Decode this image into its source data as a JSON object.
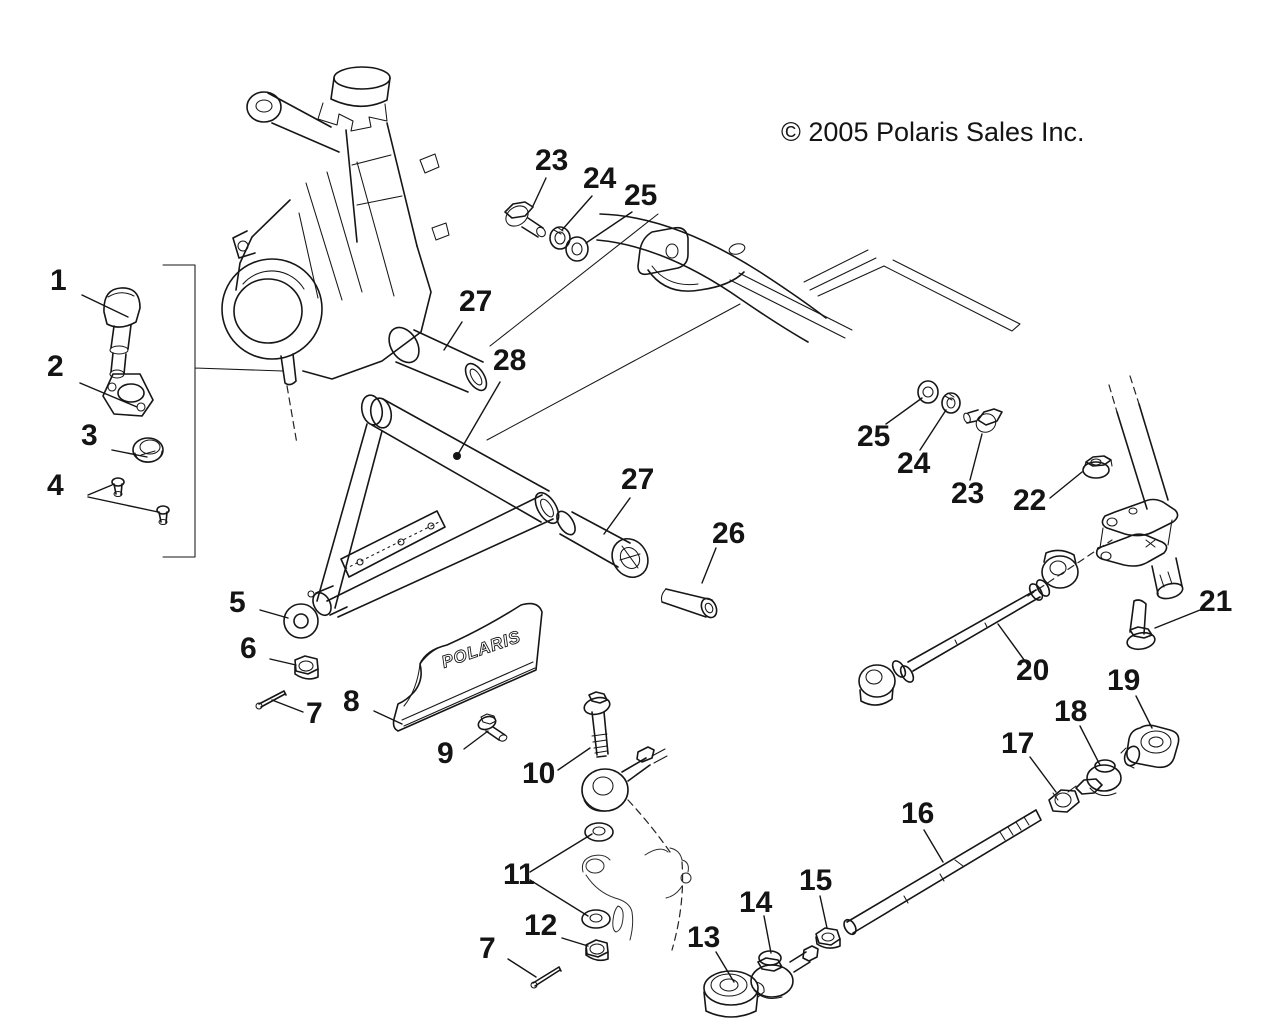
{
  "copyright": "© 2005 Polaris Sales Inc.",
  "guard_logo": "POLARIS",
  "colors": {
    "ink": "#161616",
    "background": "#ffffff"
  },
  "labels": [
    {
      "ref": "ball-joint",
      "text": "1"
    },
    {
      "ref": "ball-joint-plate",
      "text": "2"
    },
    {
      "ref": "ball-joint-cup",
      "text": "3"
    },
    {
      "ref": "rivets",
      "text": "4"
    },
    {
      "ref": "a-arm-ball-joint-end",
      "text": "5"
    },
    {
      "ref": "castle-nut",
      "text": "6"
    },
    {
      "ref": "cotter-pin-upper",
      "text": "7"
    },
    {
      "ref": "guard",
      "text": "8"
    },
    {
      "ref": "guard-bolt",
      "text": "9"
    },
    {
      "ref": "pivot-bolt",
      "text": "10"
    },
    {
      "ref": "washers",
      "text": "11"
    },
    {
      "ref": "lock-nut",
      "text": "12"
    },
    {
      "ref": "cotter-pin-lower",
      "text": "7"
    },
    {
      "ref": "bushing-lower",
      "text": "13"
    },
    {
      "ref": "rod-end-lower",
      "text": "14"
    },
    {
      "ref": "jam-nut-lower",
      "text": "15"
    },
    {
      "ref": "tie-rod-shaft",
      "text": "16"
    },
    {
      "ref": "jam-nut-right",
      "text": "17"
    },
    {
      "ref": "rod-end-right",
      "text": "18"
    },
    {
      "ref": "bushing-right",
      "text": "19"
    },
    {
      "ref": "tie-rod-assembly",
      "text": "20"
    },
    {
      "ref": "pitman-bolt",
      "text": "21"
    },
    {
      "ref": "flange-nut",
      "text": "22"
    },
    {
      "ref": "frame-bolt-top",
      "text": "23"
    },
    {
      "ref": "lock-washer-top",
      "text": "24"
    },
    {
      "ref": "flat-washer-top",
      "text": "25"
    },
    {
      "ref": "frame-bolt-right",
      "text": "23"
    },
    {
      "ref": "lock-washer-right",
      "text": "24"
    },
    {
      "ref": "flat-washer-right",
      "text": "25"
    },
    {
      "ref": "spacer-tube",
      "text": "26"
    },
    {
      "ref": "bushing-tube-upper",
      "text": "27"
    },
    {
      "ref": "bushing-tube-lower",
      "text": "27"
    },
    {
      "ref": "a-arm",
      "text": "28"
    }
  ]
}
